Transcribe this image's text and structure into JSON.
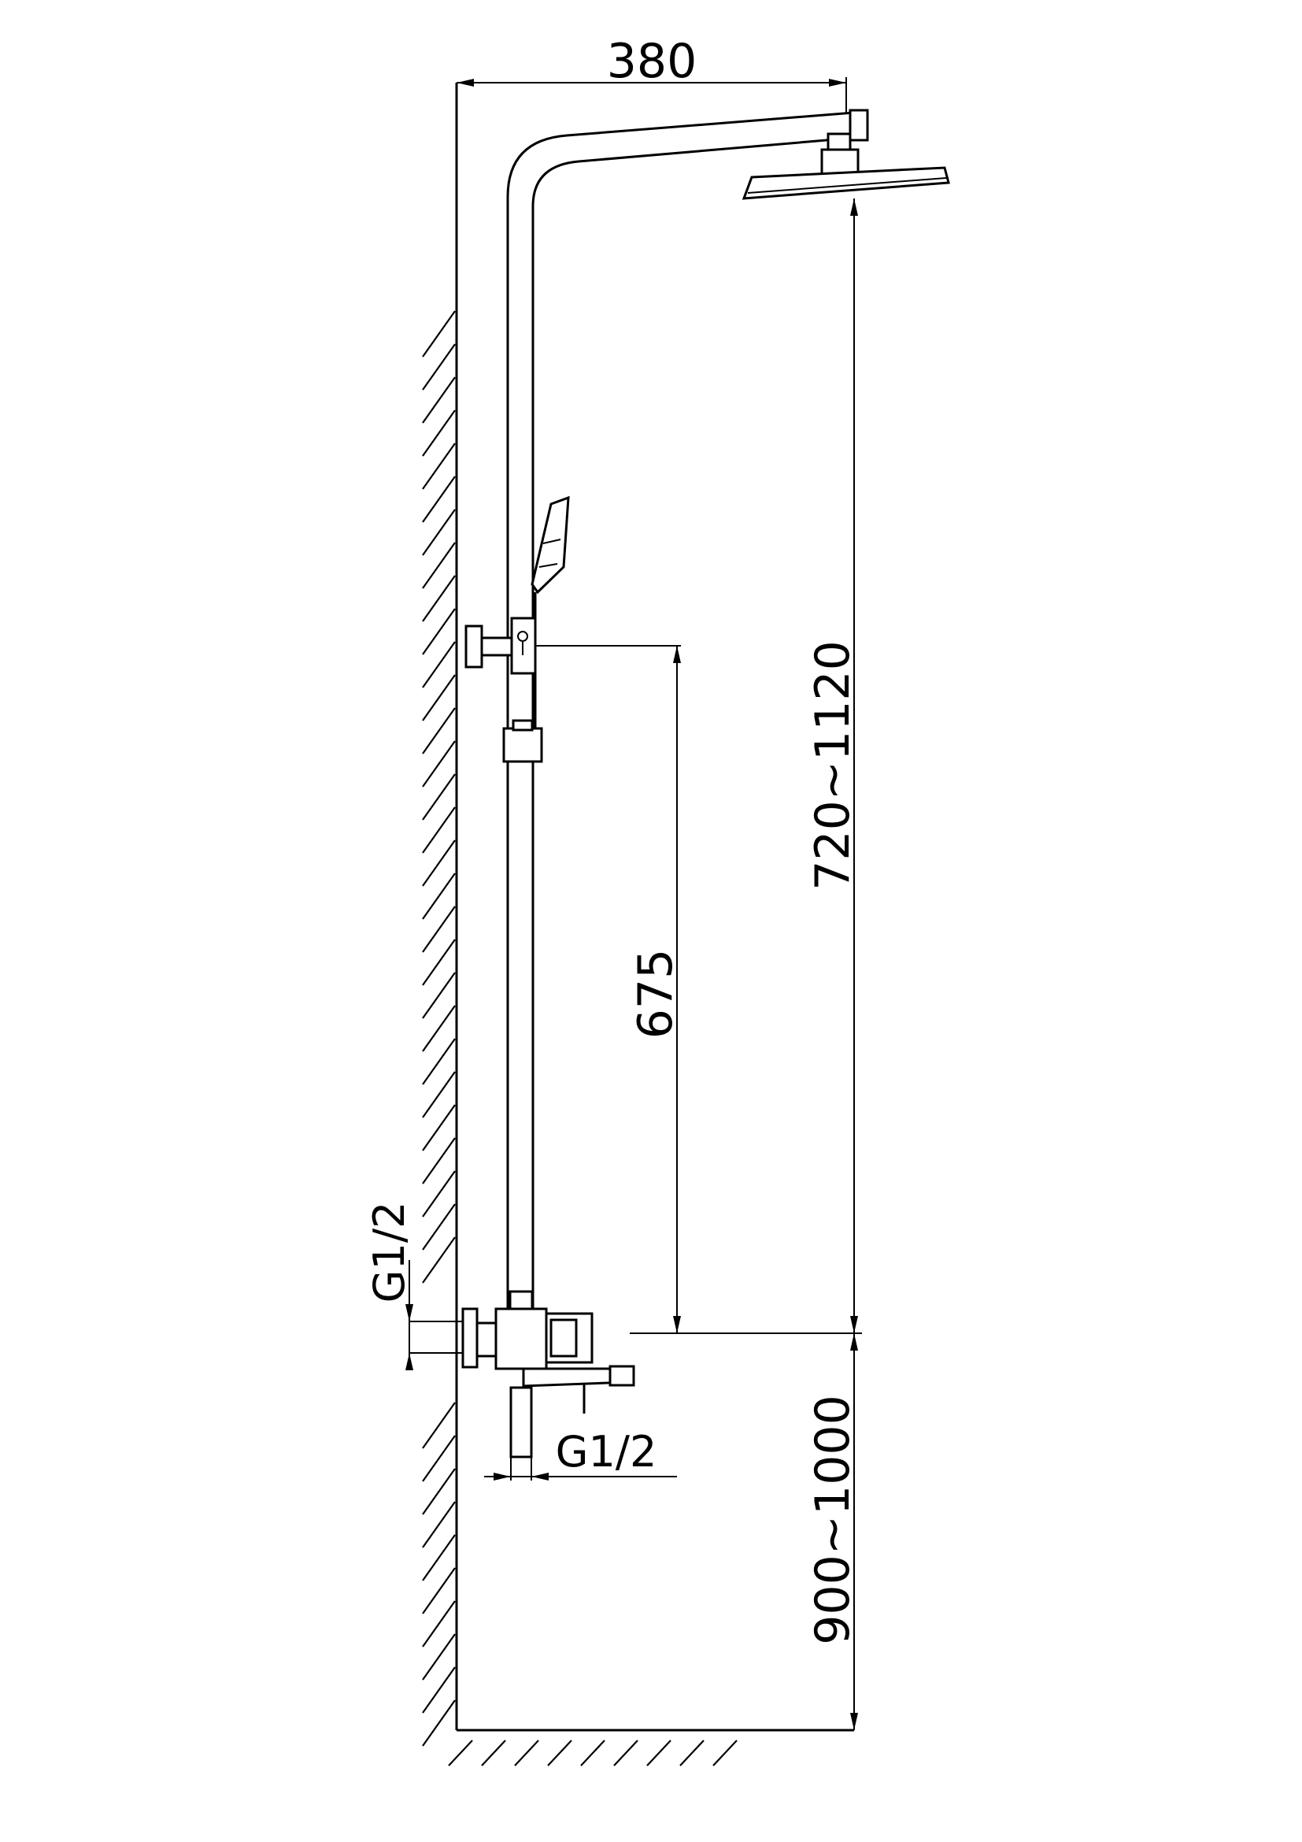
{
  "dimensions": {
    "arm_reach": "380",
    "head_height_range": "720~1120",
    "slider_to_mixer": "675",
    "mixer_height_range": "900~1000",
    "wall_inlet": "G1/2",
    "bottom_outlet": "G1/2"
  },
  "colors": {
    "line": "#000000",
    "background": "#ffffff"
  }
}
